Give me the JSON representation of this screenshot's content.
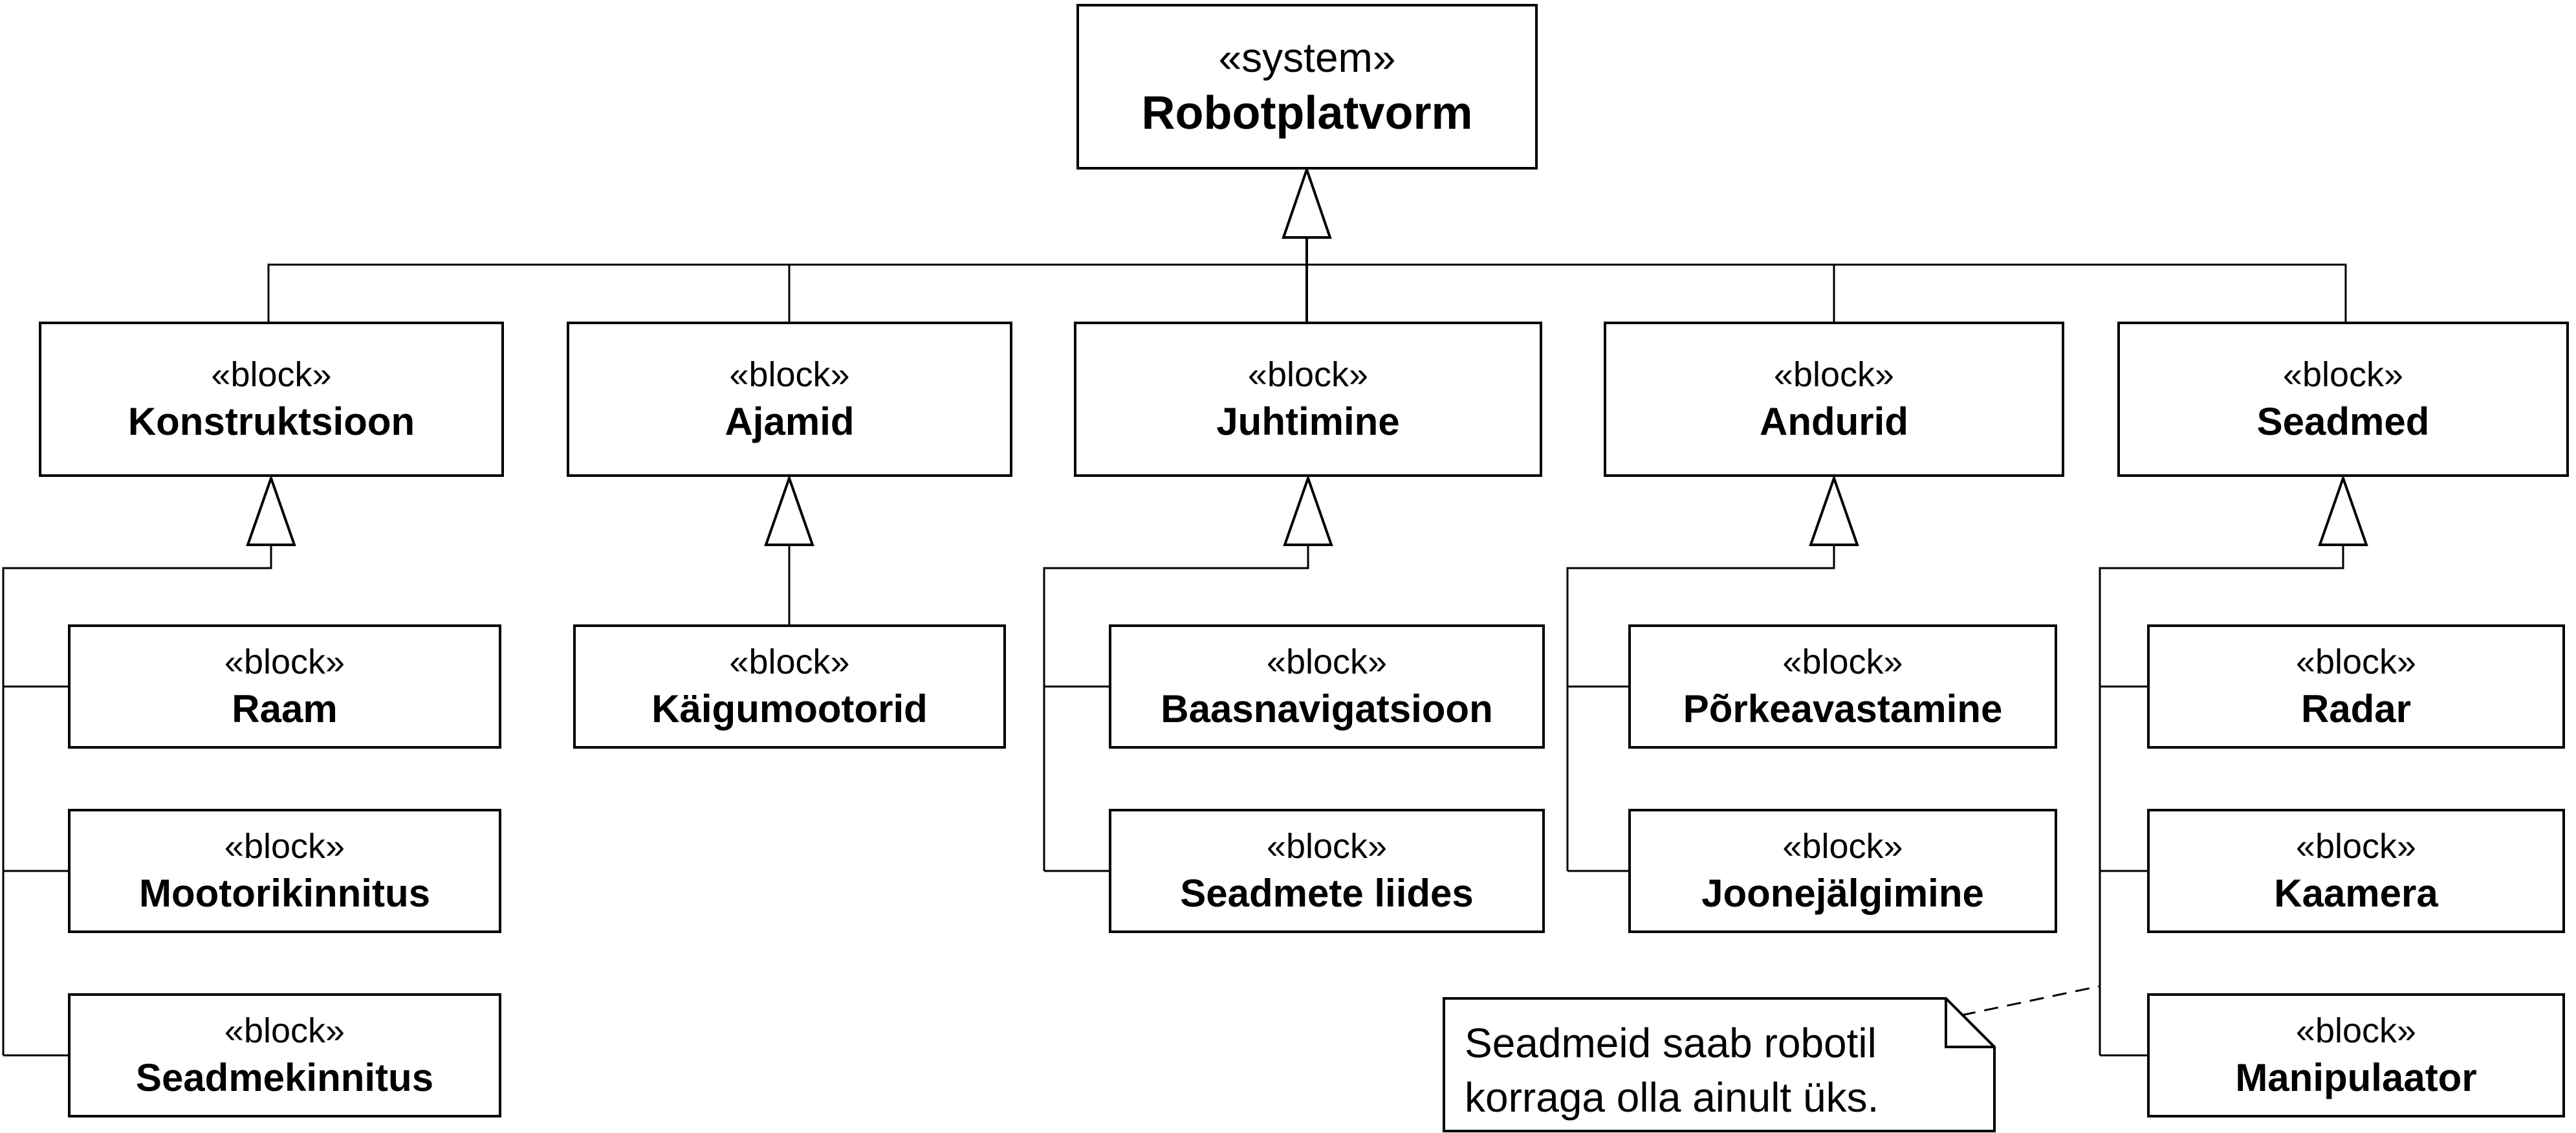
{
  "diagram": {
    "system_block": {
      "stereotype": "«system»",
      "name": "Robotplatvorm"
    },
    "blocks": [
      {
        "stereotype": "«block»",
        "name": "Konstruktsioon"
      },
      {
        "stereotype": "«block»",
        "name": "Ajamid"
      },
      {
        "stereotype": "«block»",
        "name": "Juhtimine"
      },
      {
        "stereotype": "«block»",
        "name": "Andurid"
      },
      {
        "stereotype": "«block»",
        "name": "Seadmed"
      }
    ],
    "sub_blocks": {
      "konstruktsioon": [
        {
          "stereotype": "«block»",
          "name": "Raam"
        },
        {
          "stereotype": "«block»",
          "name": "Mootorikinnitus"
        },
        {
          "stereotype": "«block»",
          "name": "Seadmekinnitus"
        }
      ],
      "ajamid": [
        {
          "stereotype": "«block»",
          "name": "Käigumootorid"
        }
      ],
      "juhtimine": [
        {
          "stereotype": "«block»",
          "name": "Baasnavigatsioon"
        },
        {
          "stereotype": "«block»",
          "name": "Seadmete liides"
        }
      ],
      "andurid": [
        {
          "stereotype": "«block»",
          "name": "Põrkeavastamine"
        },
        {
          "stereotype": "«block»",
          "name": "Joonejälgimine"
        }
      ],
      "seadmed": [
        {
          "stereotype": "«block»",
          "name": "Radar"
        },
        {
          "stereotype": "«block»",
          "name": "Kaamera"
        },
        {
          "stereotype": "«block»",
          "name": "Manipulaator"
        }
      ]
    },
    "note": {
      "line1": "Seadmeid saab robotil",
      "line2": "korraga olla ainult üks."
    },
    "colors": {
      "line": "#000000",
      "background": "#ffffff",
      "box_fill": "#ffffff",
      "text": "#000000"
    }
  }
}
